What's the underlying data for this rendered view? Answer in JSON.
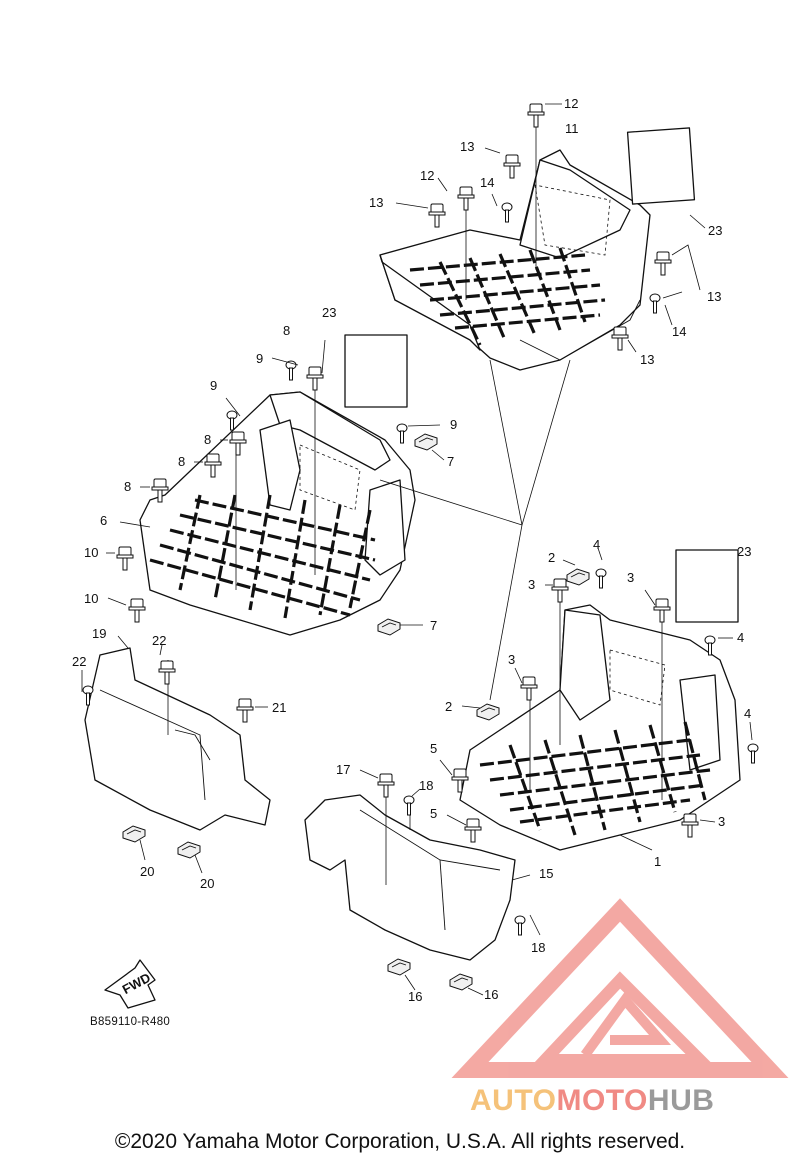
{
  "diagram_code": "B859110-R480",
  "copyright": "©2020 Yamaha Motor Corporation, U.S.A. All rights reserved.",
  "fwd_label": "FWD",
  "watermark": {
    "part1": "AUTO",
    "part2": "MOTO",
    "part3": "HUB",
    "colors": {
      "auto": "#f5c27a",
      "moto": "#f08a84",
      "hub": "#9a9a9a",
      "logo": "#f29a93"
    }
  },
  "callouts": {
    "c12a": "12",
    "c11": "11",
    "c13a": "13",
    "c12b": "12",
    "c14a": "14",
    "c13b": "13",
    "c23a": "23",
    "c13c": "13",
    "c14b": "14",
    "c13d": "13",
    "c8a": "8",
    "c23b": "23",
    "c9a": "9",
    "c9b": "9",
    "c8b": "8",
    "c9c": "9",
    "c7a": "7",
    "c8c": "8",
    "c8d": "8",
    "c6": "6",
    "c10a": "10",
    "c10b": "10",
    "c7b": "7",
    "c19": "19",
    "c22a": "22",
    "c22b": "22",
    "c21": "21",
    "c20a": "20",
    "c20b": "20",
    "c2a": "2",
    "c4a": "4",
    "c23c": "23",
    "c3a": "3",
    "c3b": "3",
    "c4b": "4",
    "c3c": "3",
    "c2b": "2",
    "c4c": "4",
    "c5a": "5",
    "c17": "17",
    "c18a": "18",
    "c5b": "5",
    "c3d": "3",
    "c1": "1",
    "c15": "15",
    "c18b": "18",
    "c16a": "16",
    "c16b": "16"
  }
}
